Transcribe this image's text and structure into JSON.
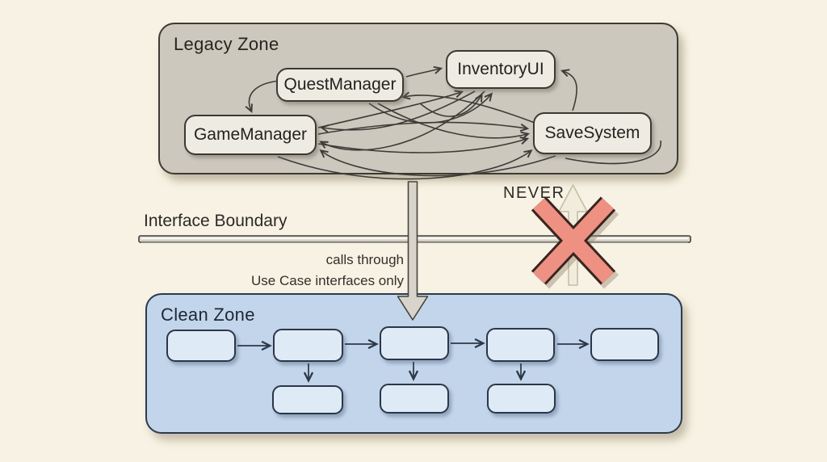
{
  "diagram": {
    "legacy_zone": {
      "title": "Legacy Zone",
      "nodes": [
        {
          "id": "quest-manager",
          "label": "QuestManager"
        },
        {
          "id": "inventory-ui",
          "label": "InventoryUI"
        },
        {
          "id": "game-manager",
          "label": "GameManager"
        },
        {
          "id": "save-system",
          "label": "SaveSystem"
        }
      ]
    },
    "boundary": {
      "label": "Interface Boundary",
      "never_label": "NEVER",
      "calls_note_line1": "calls through",
      "calls_note_line2": "Use Case interfaces only"
    },
    "clean_zone": {
      "title": "Clean Zone",
      "top_row_boxes": 5,
      "bottom_row_boxes": 3
    }
  },
  "icons": {
    "forbidden_x": "red-x-icon",
    "upward_dependency": "up-arrow-icon",
    "downward_calls": "down-arrow-icon",
    "dependency_arrowhead": "chevron-arrowhead-icon"
  },
  "colors": {
    "background": "#f8f2e4",
    "legacy_zone_fill": "#ccc8be",
    "legacy_node_fill": "#eeebe3",
    "clean_zone_fill": "#c3d5ea",
    "clean_node_fill": "#dfeaf7",
    "arrow_stroke": "#3d3c37",
    "clean_arrow_stroke": "#2c3747",
    "boundary_bar_fill": "#dedbd3",
    "down_arrow_fill": "#d8d4cb",
    "up_arrow_fill": "#f2ecdc",
    "forbidden_x_fill": "#ee9082",
    "forbidden_x_outline": "#38251f"
  }
}
